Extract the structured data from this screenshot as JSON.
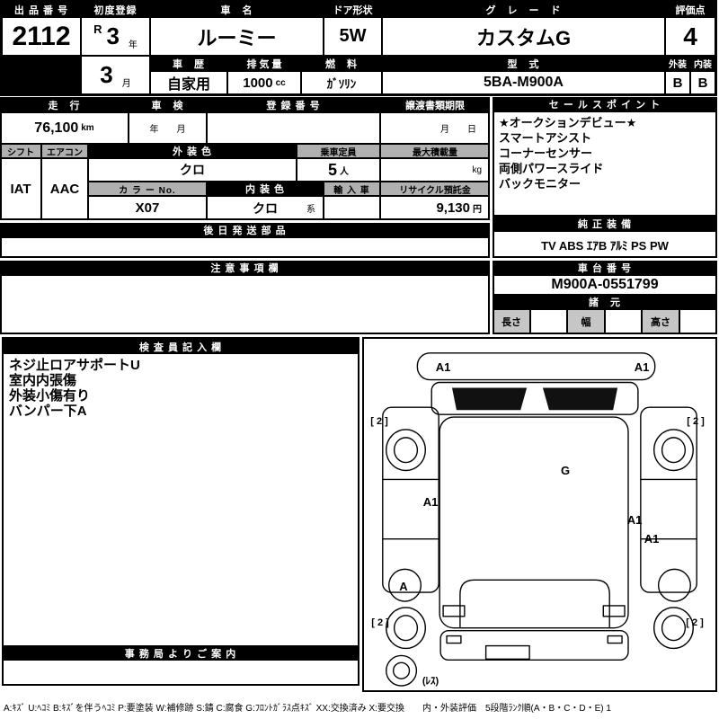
{
  "palette": {
    "header_bg": "#000000",
    "header_fg": "#ffffff",
    "gray_header_bg": "#b0b0b0",
    "spec_header_bg": "#c6c6c6"
  },
  "top": {
    "auction_no_label": "出 品 番 号",
    "auction_no": "2112",
    "first_reg_label": "初度登録",
    "first_reg_era": "R",
    "first_reg_year": "3",
    "first_reg_year_unit": "年",
    "first_reg_month": "3",
    "first_reg_month_unit": "月",
    "car_name_label": "車　名",
    "car_name": "ルーミー",
    "door_label": "ドア形状",
    "door": "5W",
    "grade_label": "グ　レ　ー　ド",
    "grade": "カスタムG",
    "score_label": "評価点",
    "score": "4",
    "history_label": "車　歴",
    "history": "自家用",
    "displacement_label": "排 気 量",
    "displacement": "1000",
    "displacement_unit": "cc",
    "fuel_label": "燃　料",
    "fuel": "ｶﾞｿﾘﾝ",
    "model_label": "型　式",
    "model": "5BA-M900A",
    "exterior_label": "外装",
    "exterior": "B",
    "interior_label": "内装",
    "interior": "B"
  },
  "registration": {
    "mileage_label": "走　行",
    "mileage": "76,100",
    "mileage_unit": "km",
    "inspection_label": "車　検",
    "inspection_placeholder": "年　　月",
    "reg_no_label": "登 録 番 号",
    "reg_no": "",
    "transfer_label": "譲渡書類期限",
    "transfer_placeholder": "月　　日"
  },
  "details": {
    "shift_label": "シフト",
    "shift": "IAT",
    "aircon_label": "エアコン",
    "aircon": "AAC",
    "ext_color_label": "外 装 色",
    "ext_color": "クロ",
    "capacity_label": "乗車定員",
    "capacity": "5",
    "capacity_unit": "人",
    "max_load_label": "最大積載量",
    "max_load": "",
    "max_load_unit": "kg",
    "color_no_label": "カ ラ ー No.",
    "color_no": "X07",
    "int_color_label": "内 装 色",
    "int_color": "クロ",
    "int_color_suffix": "系",
    "import_label": "輸 入 車",
    "import_value": "",
    "recycle_label": "リサイクル預託金",
    "recycle": "9,130",
    "recycle_unit": "円"
  },
  "later_parts_label": "後 日 発 送 部 品",
  "caution_label": "注 意 事 項 欄",
  "sales": {
    "label": "セ ー ル ス ポ イ ン ト",
    "items": [
      "★オークションデビュー★",
      "スマートアシスト",
      "コーナーセンサー",
      "両側パワースライド",
      "バックモニター"
    ]
  },
  "equipment": {
    "label": "純 正 装 備",
    "value": "TV ABS ｴｱB ｱﾙﾐ PS PW"
  },
  "chassis": {
    "label": "車 台 番 号",
    "value": "M900A-0551799"
  },
  "spec": {
    "label": "諸　元",
    "length_label": "長さ",
    "width_label": "幅",
    "height_label": "高さ",
    "length": "",
    "width": "",
    "height": ""
  },
  "inspector": {
    "label": "検 査 員 記 入 欄",
    "notes": [
      "ネジ止ロアサポートU",
      "室内内張傷",
      "外装小傷有り",
      "バンパー下A"
    ]
  },
  "office_label": "事 務 局 よ り ご 案 内",
  "diagram": {
    "marks": {
      "front_left": "A1",
      "front_right": "A1",
      "tire_front_left": "[ 2 ]",
      "tire_front_right": "[ 2 ]",
      "glass": "G",
      "left_door": "A1",
      "right_quarter_1": "A1",
      "right_quarter_2": "A1",
      "left_rear_arch": "A",
      "tire_rear_left": "[ 2 ]",
      "tire_rear_right": "[ 2 ]",
      "spare": "(ﾚｽ)"
    }
  },
  "legend": "A:ｷｽﾞ U:ﾍｺﾐ B:ｷｽﾞを伴うﾍｺﾐ P:要塗装 W:補修跡 S:錆 C:腐食 G:ﾌﾛﾝﾄｶﾞﾗｽ点ｷｽﾞ XX:交換済み X:要交換　　内・外装評価　5段階ﾗﾝｸ順(A・B・C・D・E) 1"
}
